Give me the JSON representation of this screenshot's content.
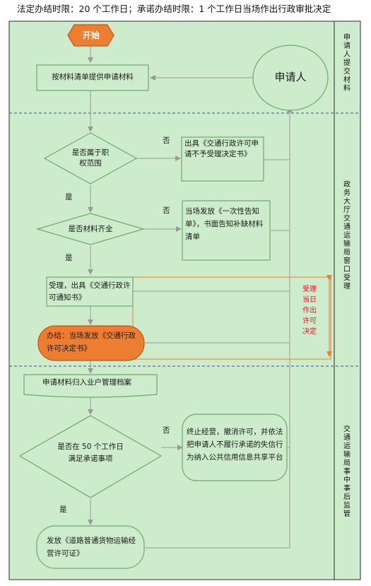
{
  "title": "法定办结时限：20 个工作日；承诺办结时限：1 个工作日当场作出行政审批决定",
  "lanes": [
    "申请人提交材料",
    "政务大厅交通运输局窗口受理",
    "交通运输局事中事后监管"
  ],
  "nodes": {
    "start": "开始",
    "applicant": "申请人",
    "submit_materials": "按材料清单提供申请材料",
    "decision_scope": "是否属于职权范围",
    "not_accepted": "出具《交通行政许可申请不予受理决定书》",
    "decision_complete": "是否材料齐全",
    "notify_once": "当场发放《一次性告知单》，书面告知补缺材料清单",
    "accept": "受理，出具《交通行政许可通知书》",
    "issue_decision": "办结：当场发放《交通行政许可决定书》",
    "archive": "申请材料归入业户管理档案",
    "decision_commitment": "是否在 50 个工作日满足承诺事项",
    "terminate": "终止经营，撤消许可，并依法把申请人不履行承诺的失信行为纳入公共信用信息共享平台",
    "issue_permit": "发放《道路普通货物运输经营许可证》"
  },
  "edge_labels": {
    "no": "否",
    "yes": "是"
  },
  "annotation": "受理当日作出许可决定",
  "colors": {
    "lane_fill": "#cdeccb",
    "box_stroke": "#6fa96b",
    "start_fill": "#ed7d31",
    "arrow": "#999999",
    "dashed_divider": "#2f5597",
    "annotation": "#e0202a"
  }
}
